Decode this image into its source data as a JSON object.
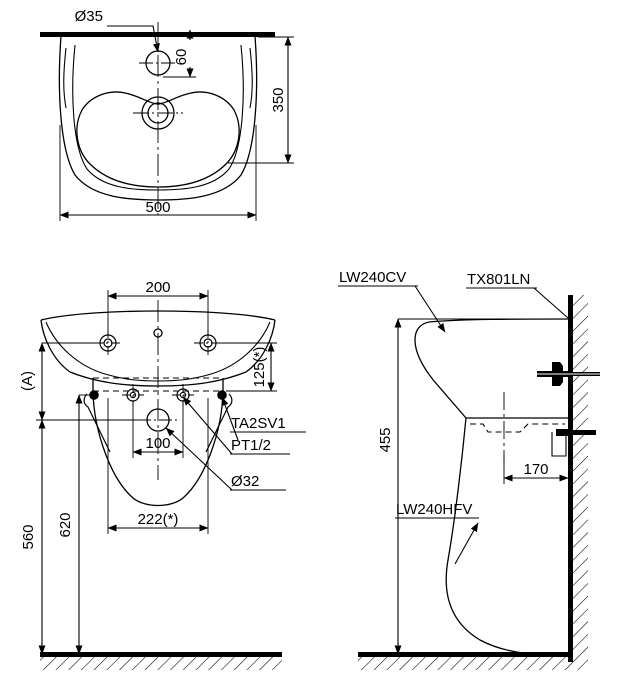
{
  "drawing": {
    "title": "Wall-hung lavatory installation drawing",
    "views": [
      {
        "id": "plan-view",
        "name": "top-plan-view"
      },
      {
        "id": "front-view",
        "name": "front-elevation-view"
      },
      {
        "id": "side-view",
        "name": "side-section-view"
      }
    ]
  },
  "plan_view": {
    "dim_hole_diameter": "Ø35",
    "dim_hole_offset": "60",
    "dim_depth": "350",
    "dim_width": "500"
  },
  "front_view": {
    "dim_bracket_spacing": "200",
    "dim_apron_height": "125(*)",
    "dim_height_a": "(A)",
    "dim_supply_spacing": "100",
    "dim_trap_width": "222(*)",
    "dim_rim_height": "560",
    "dim_bracket_height": "620",
    "label_angle_valve": "TA2SV1",
    "label_thread": "PT1/2",
    "label_drain_dia": "Ø32"
  },
  "side_view": {
    "label_basin": "LW240CV",
    "label_shroud": "LW240HFV",
    "label_faucet": "TX801LN",
    "dim_height": "455",
    "dim_projection": "170"
  },
  "colors": {
    "line": "#000000",
    "background": "#ffffff"
  }
}
